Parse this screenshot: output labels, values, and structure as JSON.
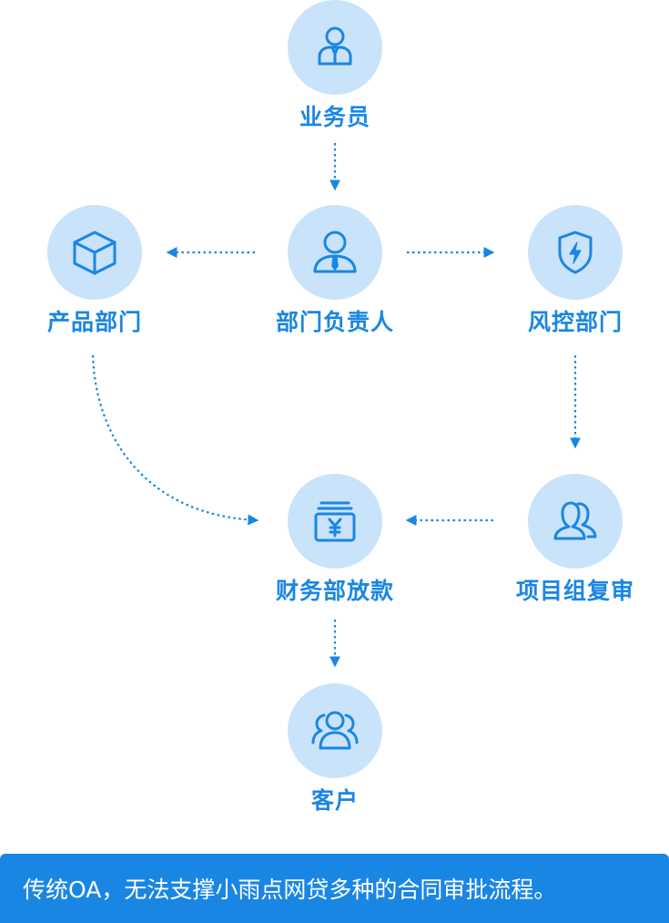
{
  "nodes": {
    "agent": {
      "label": "业务员",
      "icon": "person-icon"
    },
    "head": {
      "label": "部门负责人",
      "icon": "manager-icon"
    },
    "product": {
      "label": "产品部门",
      "icon": "box-icon"
    },
    "risk": {
      "label": "风控部门",
      "icon": "shield-bolt-icon"
    },
    "finance": {
      "label": "财务部放款",
      "icon": "yen-stack-icon"
    },
    "project": {
      "label": "项目组复审",
      "icon": "group-icon"
    },
    "client": {
      "label": "客户",
      "icon": "users-icon"
    }
  },
  "edges": [
    [
      "agent",
      "head"
    ],
    [
      "head",
      "product"
    ],
    [
      "head",
      "risk"
    ],
    [
      "product",
      "finance"
    ],
    [
      "risk",
      "project"
    ],
    [
      "project",
      "finance"
    ],
    [
      "finance",
      "client"
    ]
  ],
  "colors": {
    "accent": "#1a86e4",
    "node_fill": "#c9e3fb",
    "footer_bg": "#1a86e4",
    "footer_text": "#ffffff"
  },
  "footer": {
    "text": "传统OA，无法支撑小雨点网贷多种的合同审批流程。"
  }
}
